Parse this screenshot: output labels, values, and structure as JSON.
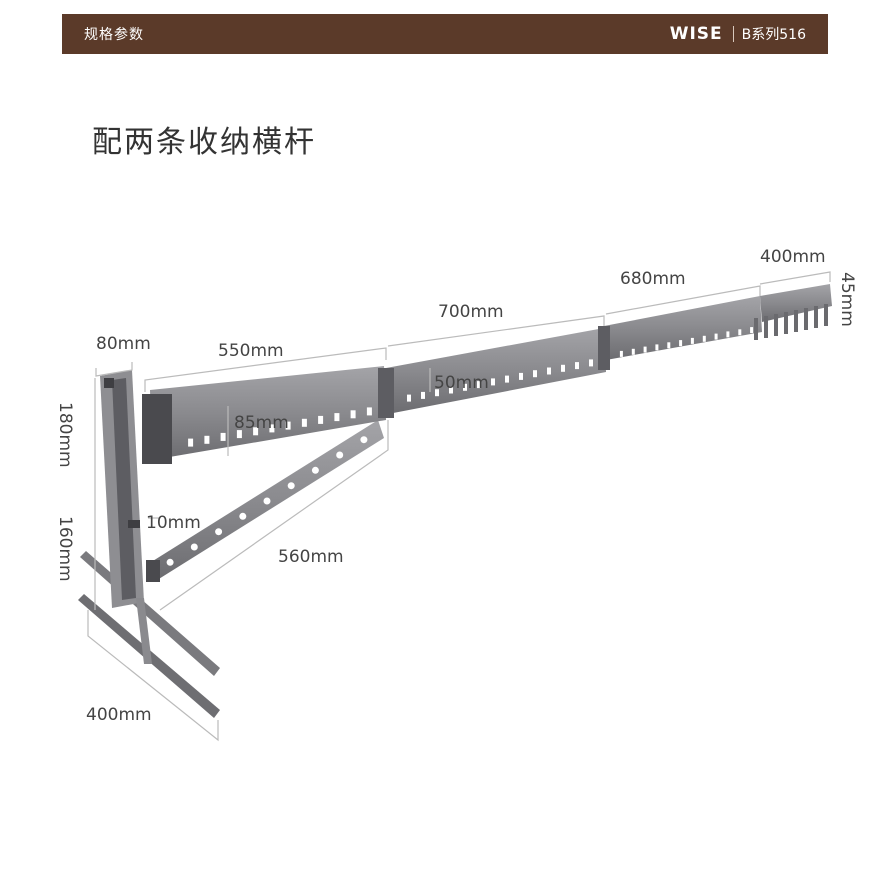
{
  "header": {
    "left_label": "规格参数",
    "brand": "WISE",
    "series": "B系列516"
  },
  "title": "配两条收纳横杆",
  "dimensions": {
    "top_arm_inner": "550mm",
    "top_arm_middle": "700mm",
    "top_arm_outer_1": "680mm",
    "top_arm_outer_2": "400mm",
    "end_height": "45mm",
    "bracket_width": "80mm",
    "upper_height": "180mm",
    "arm_height": "85mm",
    "joint_height": "50mm",
    "gap": "10mm",
    "lower_height": "160mm",
    "diagonal_length": "560mm",
    "base_width": "400mm"
  },
  "colors": {
    "header_bg": "#5b3a29",
    "metal": "#8a8a8e",
    "metal_dark": "#5d5d62",
    "dim_line": "#bbbbbb"
  }
}
